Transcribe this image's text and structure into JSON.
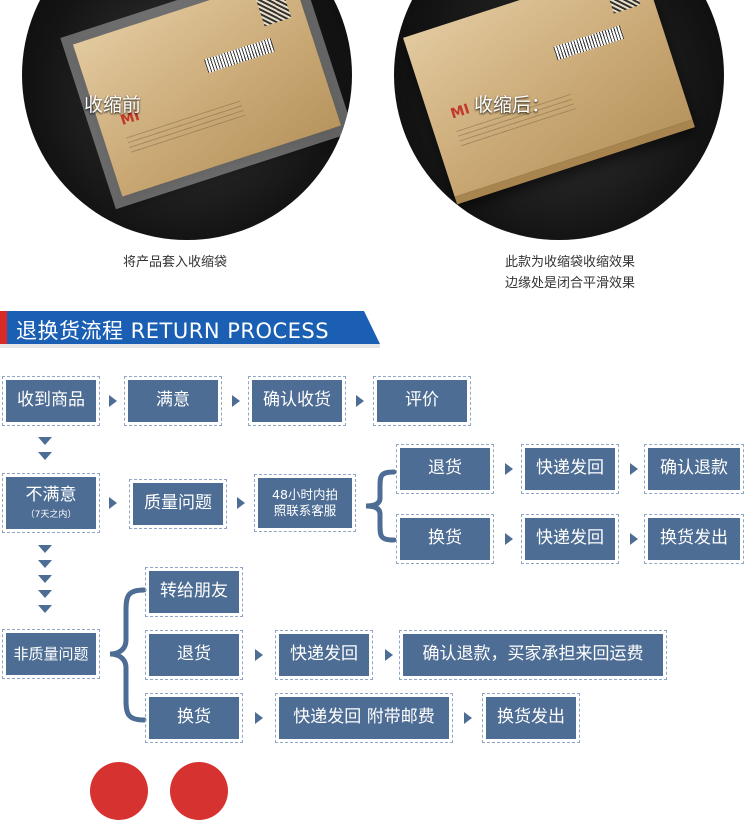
{
  "photos": {
    "before_label": "收缩前",
    "after_label": "收缩后：",
    "before_caption": "将产品套入收缩袋",
    "after_caption_line1": "此款为收缩袋收缩效果",
    "after_caption_line2": "边缘处是闭合平滑效果",
    "brand_mark": "MI"
  },
  "section": {
    "title": "退换货流程 RETURN PROCESS",
    "accent_color": "#d92a2a",
    "band_color": "#1a5fb4",
    "box_color": "#4d6d94"
  },
  "flow": {
    "row1": [
      "收到商品",
      "满意",
      "确认收货",
      "评价"
    ],
    "unsatisfied": "不满意",
    "unsatisfied_note": "（7天之内）",
    "quality_issue": "质量问题",
    "contact": "48小时内拍照联系客服",
    "contact_line1": "48小时内拍",
    "contact_line2": "照联系客服",
    "quality_return": [
      "退货",
      "快递发回",
      "确认退款"
    ],
    "quality_exchange": [
      "换货",
      "快递发回",
      "换货发出"
    ],
    "non_quality": "非质量问题",
    "forward": "转给朋友",
    "nq_return": [
      "退货",
      "快递发回",
      "确认退款，买家承担来回运费"
    ],
    "nq_exchange": [
      "换货",
      "快递发回  附带邮费",
      "换货发出"
    ]
  }
}
